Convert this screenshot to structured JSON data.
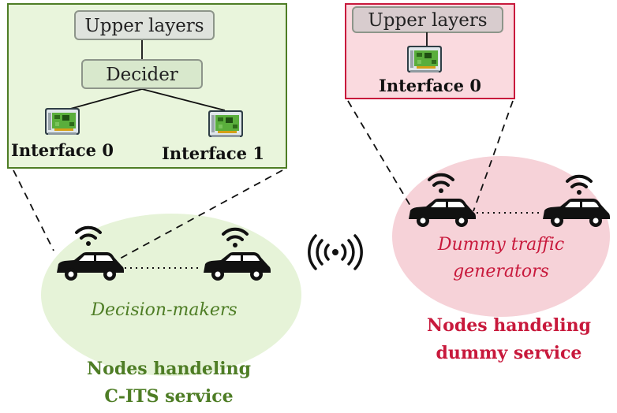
{
  "left_panel": {
    "upper_layers": "Upper layers",
    "decider": "Decider",
    "interface0": "Interface 0",
    "interface1": "Interface 1"
  },
  "right_panel": {
    "upper_layers": "Upper layers",
    "interface0": "Interface 0"
  },
  "left_group": {
    "ellipse_label": "Decision-makers",
    "caption_line1": "Nodes handeling",
    "caption_line2": "C-ITS service"
  },
  "right_group": {
    "ellipse_label_line1": "Dummy traffic",
    "ellipse_label_line2": "generators",
    "caption_line1": "Nodes handeling",
    "caption_line2": "dummy service"
  },
  "colors": {
    "green": "#4e7d25",
    "green_fill": "#e9f5dc",
    "red": "#c8193c",
    "red_fill": "#fadadf",
    "left_ellipse": "#e6f3d8",
    "right_ellipse": "#f6d2d8"
  },
  "icons": [
    "network-card-icon",
    "car-icon",
    "wifi-signal-icon",
    "broadcast-icon"
  ]
}
